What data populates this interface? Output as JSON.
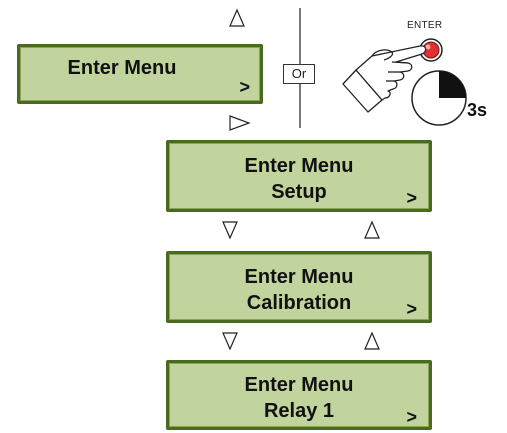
{
  "main_display": {
    "line1": "Enter Menu",
    "chevron": ">"
  },
  "or_label": "Or",
  "button": {
    "label": "ENTER",
    "hold_time": "3s"
  },
  "menu_screens": [
    {
      "line1": "Enter Menu",
      "line2": "Setup",
      "chevron": ">"
    },
    {
      "line1": "Enter Menu",
      "line2": "Calibration",
      "chevron": ">"
    },
    {
      "line1": "Enter Menu",
      "line2": "Relay 1",
      "chevron": ">"
    }
  ],
  "colors": {
    "lcd_background": "#c2d49d",
    "lcd_border": "#4a6a1e",
    "button_red": "#e03030"
  },
  "icons": [
    "up-arrow-icon",
    "right-arrow-icon",
    "down-arrow-icon",
    "hand-press-icon",
    "timer-icon",
    "enter-button-icon"
  ]
}
